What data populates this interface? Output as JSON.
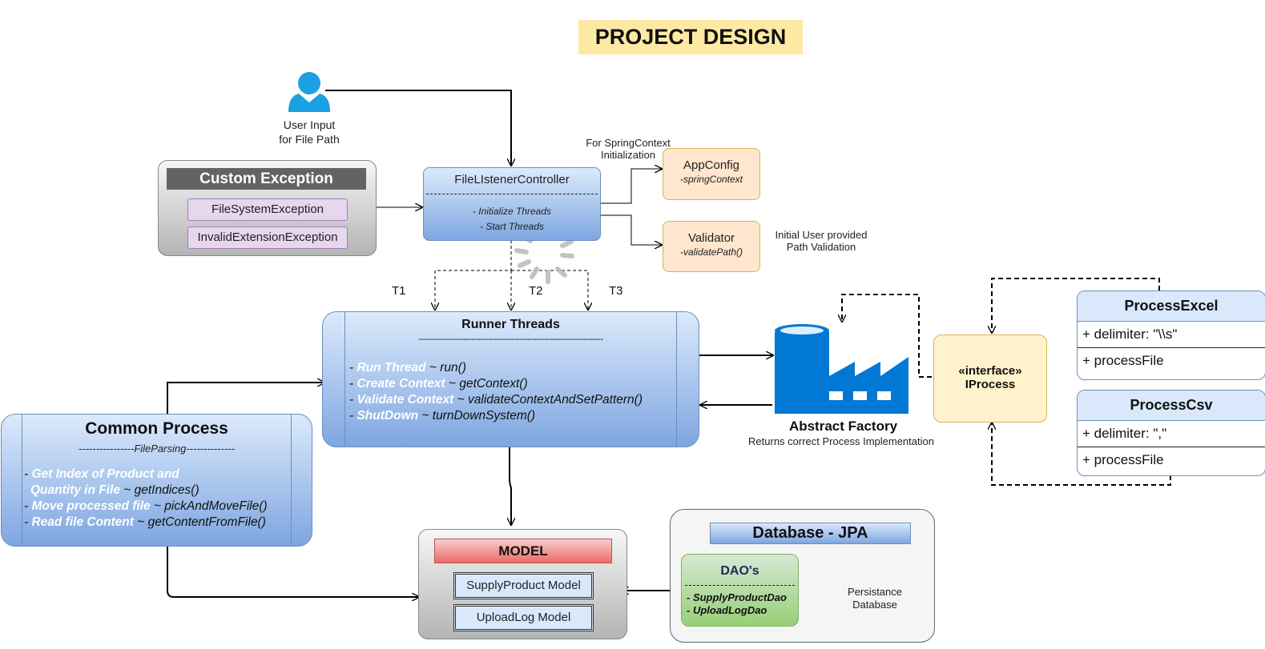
{
  "title": "PROJECT DESIGN",
  "user": {
    "caption_line1": "User Input",
    "caption_line2": "for File Path"
  },
  "spring_note": {
    "line1": "For SpringContext",
    "line2": "Initialization"
  },
  "validation_note": {
    "line1": "Initial User provided",
    "line2": "Path Validation"
  },
  "custom_exception": {
    "title": "Custom Exception",
    "items": [
      "FileSystemException",
      "InvalidExtensionException"
    ]
  },
  "file_listener": {
    "title": "FileLIstenerController",
    "lines": [
      "- Initialize Threads",
      "- Start Threads"
    ]
  },
  "app_config": {
    "title": "AppConfig",
    "sub": "-springContext"
  },
  "validator": {
    "title": "Validator",
    "sub": "-validatePath()"
  },
  "threads": {
    "t1": "T1",
    "t2": "T2",
    "t3": "T3"
  },
  "runner": {
    "title": "Runner Threads",
    "separator": "------------------------------------------------------------------",
    "methods": [
      {
        "name": "Run Thread",
        "sig": " ~ run()"
      },
      {
        "name": "Create Context",
        "sig": " ~ getContext()"
      },
      {
        "name": "Validate Context",
        "sig": " ~ validateContextAndSetPattern()"
      },
      {
        "name": "ShutDown",
        "sig": " ~ turnDownSystem()"
      }
    ]
  },
  "common": {
    "title": "Common Process",
    "subtitle": "----------------FileParsing--------------",
    "methods": [
      {
        "name": "Get Index of Product and",
        "sig": ""
      },
      {
        "name": "Quantity in File",
        "sig": " ~ getIndices()"
      },
      {
        "name": "Move processed file",
        "sig": " ~ pickAndMoveFile()"
      },
      {
        "name": "Read file Content",
        "sig": " ~ getContentFromFile()"
      }
    ]
  },
  "factory": {
    "title": "Abstract Factory",
    "sub": "Returns correct Process Implementation",
    "color": "#0078d4"
  },
  "iprocess": {
    "line1": "«interface»",
    "line2": "IProcess"
  },
  "process_excel": {
    "title": "ProcessExcel",
    "field": "+ delimiter: \"\\\\s\"",
    "method": "+ processFile"
  },
  "process_csv": {
    "title": "ProcessCsv",
    "field": "+ delimiter: \",\"",
    "method": "+ processFile"
  },
  "model": {
    "title": "MODEL",
    "items": [
      "SupplyProduct Model",
      "UploadLog Model"
    ]
  },
  "database": {
    "title": "Database - JPA",
    "dao_title": "DAO's",
    "dao_items": [
      "- SupplyProductDao",
      "- UploadLogDao"
    ],
    "store_line1": "Persistance",
    "store_line2": "Database"
  },
  "colors": {
    "user_icon": "#1ba1e2",
    "spinner": "#bdbdbd"
  }
}
